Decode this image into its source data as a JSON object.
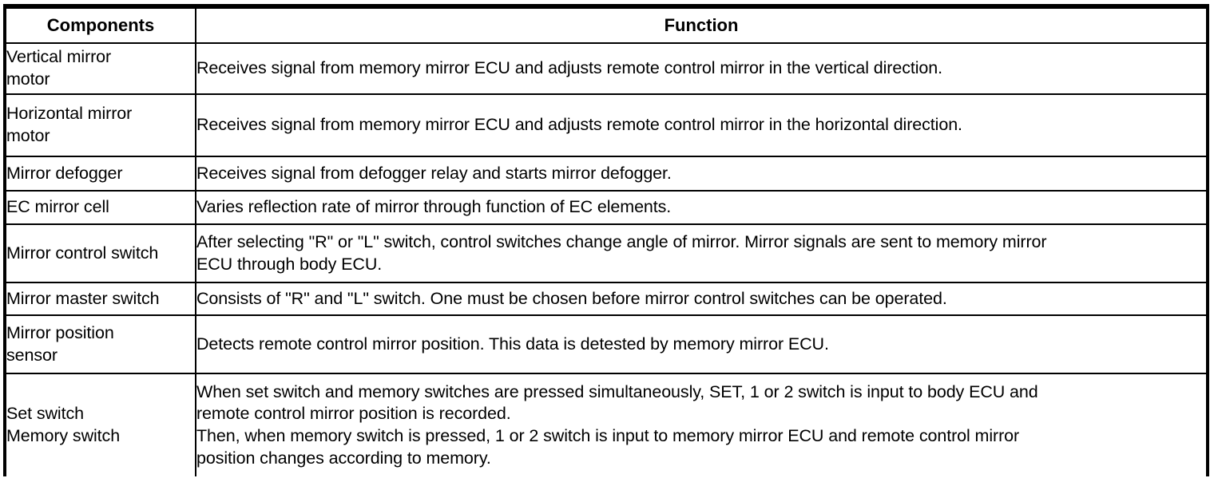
{
  "table": {
    "name": "mirror-system-components-function-table",
    "columns": [
      {
        "key": "components",
        "label": "Components",
        "align": "center"
      },
      {
        "key": "function",
        "label": "Function",
        "align": "center"
      }
    ],
    "rows": [
      {
        "component": "Vertical mirror\nmotor",
        "function": "Receives signal from memory mirror ECU and adjusts remote control mirror in the vertical direction."
      },
      {
        "component": "Horizontal mirror\nmotor",
        "function": "Receives signal from memory mirror ECU and adjusts remote control mirror in the horizontal direction."
      },
      {
        "component": "Mirror defogger",
        "function": "Receives signal from defogger relay and starts mirror defogger."
      },
      {
        "component": "EC mirror cell",
        "function": "Varies reflection rate of mirror through function of EC elements."
      },
      {
        "component": "Mirror control switch",
        "function": "After selecting \"R\" or \"L\" switch, control switches change angle of mirror. Mirror signals are sent to memory mirror\nECU through body ECU."
      },
      {
        "component": "Mirror master switch",
        "function": "Consists of \"R\" and \"L\" switch. One must be chosen before mirror control switches can be operated."
      },
      {
        "component": "Mirror position\nsensor",
        "function": "Detects remote control mirror position. This data is detested by memory mirror ECU."
      },
      {
        "component": "Set switch\nMemory switch",
        "function": "When set switch and memory switches are pressed simultaneously, SET, 1 or 2 switch is input to body ECU and\nremote control mirror position is recorded.\nThen, when memory switch is pressed, 1 or 2 switch is input to memory mirror ECU and remote control mirror\nposition changes according to memory."
      }
    ]
  },
  "style": {
    "border_color": "#000000",
    "background_color": "#ffffff",
    "text_color": "#000000"
  }
}
